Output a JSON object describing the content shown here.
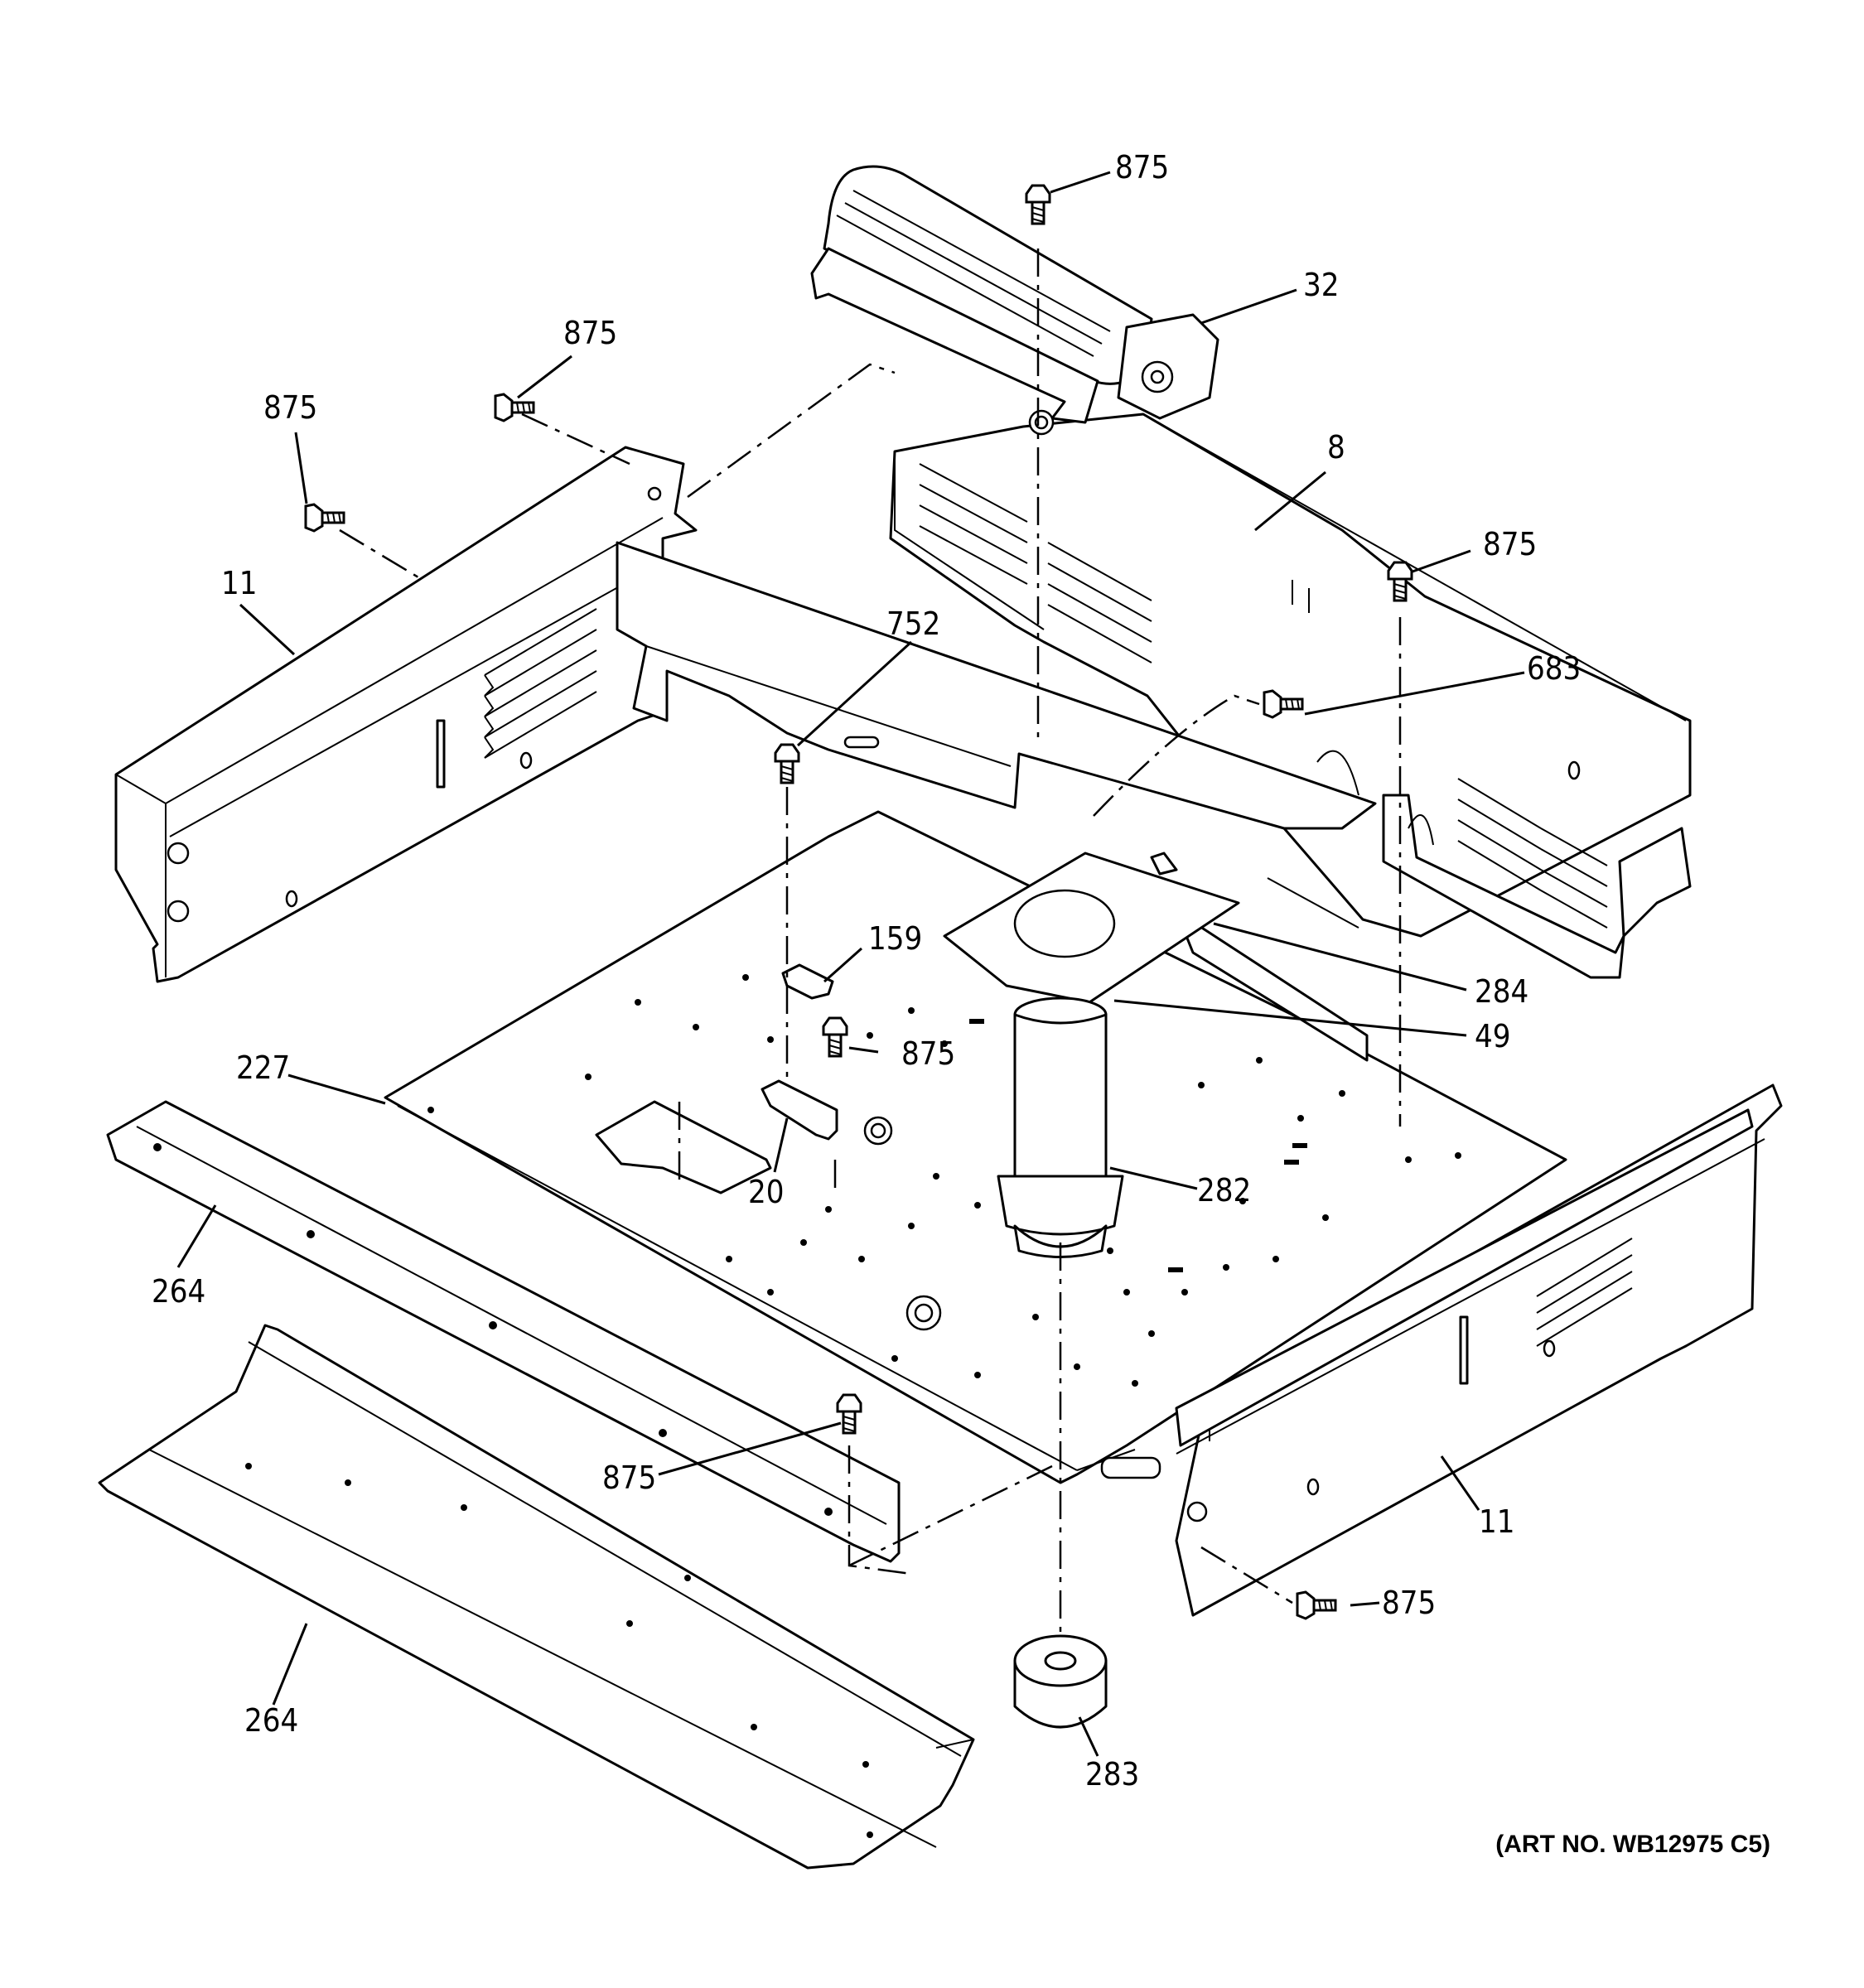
{
  "diagram": {
    "callouts": {
      "c875_top": "875",
      "c32": "32",
      "c875_ul": "875",
      "c875_left": "875",
      "c8": "8",
      "c875_right": "875",
      "c11_left": "11",
      "c752": "752",
      "c683": "683",
      "c159": "159",
      "c284": "284",
      "c49": "49",
      "c875_mid": "875",
      "c227": "227",
      "c282": "282",
      "c20": "20",
      "c264_upper": "264",
      "c875_low": "875",
      "c11_right": "11",
      "c875_lr": "875",
      "c264_lower": "264",
      "c283": "283"
    },
    "art_number": "(ART NO. WB12975 C5)"
  }
}
